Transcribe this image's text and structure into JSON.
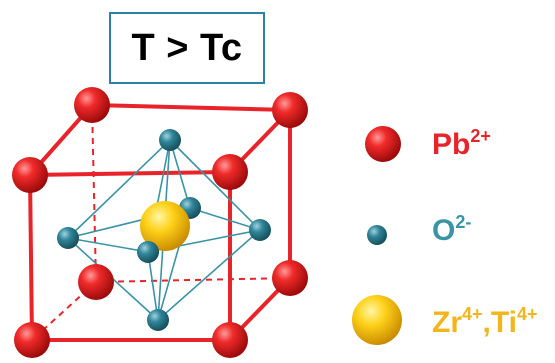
{
  "title": "T > Tc",
  "legend": {
    "pb": {
      "base": "Pb",
      "charge": "2+",
      "color": "#e8232a"
    },
    "o": {
      "base": "O",
      "charge": "2-",
      "color": "#3a94a6"
    },
    "zr": {
      "base": "Zr",
      "charge1": "4+",
      "sep": ",",
      "base2": "Ti",
      "charge2": "4+",
      "color": "#f2b51b"
    }
  },
  "colors": {
    "cube_edge": "#e8232a",
    "octahedron_edge": "#3a94a6",
    "pb_atom": "#e8232a",
    "o_atom": "#2f7f93",
    "b_site_atom": "#f2b51b"
  }
}
